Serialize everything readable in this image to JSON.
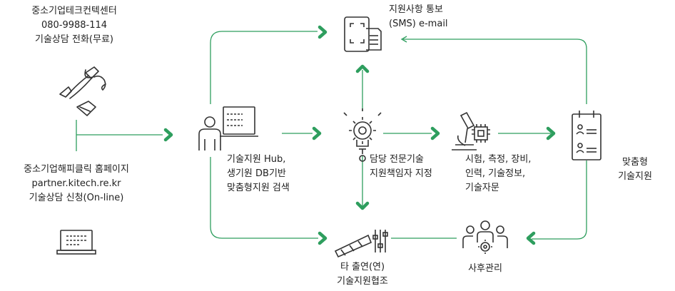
{
  "colors": {
    "accent": "#2e9e5e",
    "line": "#2e9e5e",
    "text": "#222222"
  },
  "phone_block": {
    "line1": "중소기업테크컨텍센터",
    "line2": "080-9988-114",
    "line3": "기술상담 전화(무료)"
  },
  "web_block": {
    "line1": "중소기업해피클릭 홈페이지",
    "line2": "partner.kitech.re.kr",
    "line3": "기술상담 신청(On-line)"
  },
  "hub_block": {
    "line1": "기술지원 Hub,",
    "line2": "생기원 DB기반",
    "line3": "맞춤형지원 검색"
  },
  "notify_block": {
    "line1": "지원사항 통보",
    "line2": "(SMS) e-mail"
  },
  "expert_block": {
    "line1": "담당 전문기술",
    "line2": "지원책임자 지정"
  },
  "support_block": {
    "line1": "시험, 측정, 장비,",
    "line2": "인력, 기술정보,",
    "line3": "기술자문"
  },
  "custom_block": {
    "line1": "맞춤형",
    "line2": "기술지원"
  },
  "coop_block": {
    "line1": "타 출연(연)",
    "line2": "기술지원협조"
  },
  "after_block": {
    "line1": "사후관리"
  },
  "icons": [
    "phone-icon",
    "laptop-icon",
    "person-at-computer-icon",
    "mobile-message-icon",
    "lightbulb-gear-icon",
    "microscope-chip-icon",
    "checklist-users-icon",
    "telescope-sliders-icon",
    "team-gear-icon"
  ]
}
